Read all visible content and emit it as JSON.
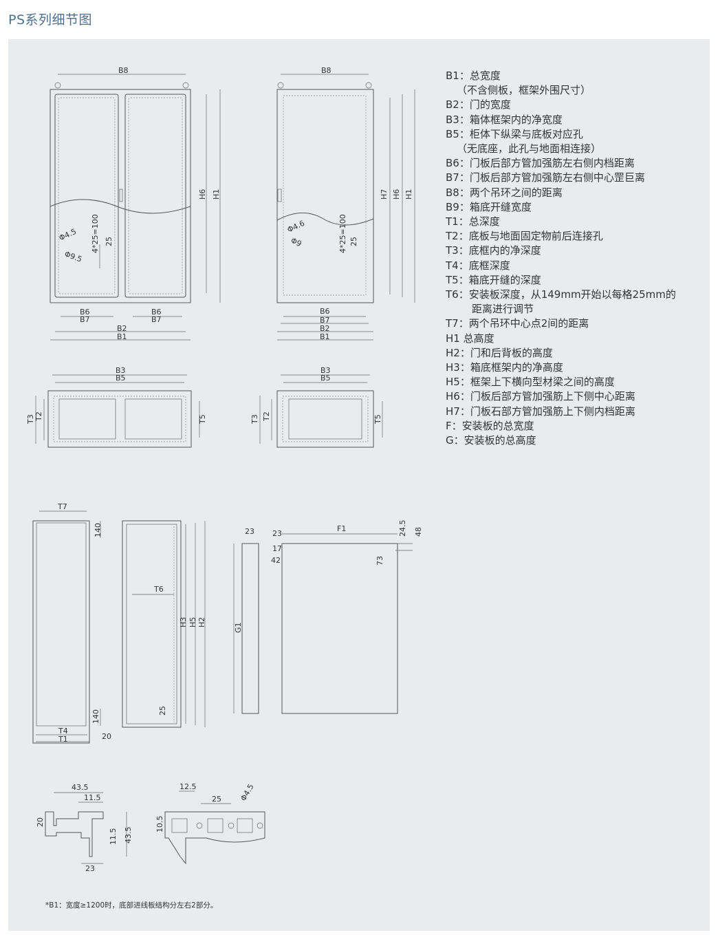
{
  "title": "PS系列细节图",
  "legend": [
    {
      "text": "B1：总宽度"
    },
    {
      "text": "（不含侧板，框架外围尺寸）",
      "indent": true
    },
    {
      "text": "B2：门的宽度"
    },
    {
      "text": "B3：箱体框架内的净宽度"
    },
    {
      "text": "B5：柜体下纵梁与底板对应孔"
    },
    {
      "text": "（无底座，此孔与地面相连接）",
      "indent": true
    },
    {
      "text": "B6：门板后部方管加强筋左右侧内档距离"
    },
    {
      "text": "B7：门板后部方管加强筋左右侧中心罡巨离"
    },
    {
      "text": "B8：两个吊环之间的距离"
    },
    {
      "text": "B9：箱底开缝宽度"
    },
    {
      "text": "T1：总深度"
    },
    {
      "text": "T2：底板与地面固定物前后连接孔"
    },
    {
      "text": "T3：底框内的净深度"
    },
    {
      "text": "T4：底框深度"
    },
    {
      "text": "T5：箱底开缝的深度"
    },
    {
      "text": "T6：安装板深度，从149mm开始以每格25mm的"
    },
    {
      "text": "距离进行调节",
      "indent2": true
    },
    {
      "text": "T7：两个吊环中心点2间的距离"
    },
    {
      "text": "H1  总高度"
    },
    {
      "text": "H2：门和后背板的高度"
    },
    {
      "text": "H3：箱底框架内的净高度"
    },
    {
      "text": "H5：框架上下横向型材梁之间的高度"
    },
    {
      "text": "H6：门板后部方管加强筋上下侧中心距离"
    },
    {
      "text": "H7：门板石部方管加强筋上下侧内档距离"
    },
    {
      "text": "F：安装板的总宽度"
    },
    {
      "text": "G：安装板的总高度"
    }
  ],
  "labels": {
    "B1": "B1",
    "B2": "B2",
    "B3": "B3",
    "B5": "B5",
    "B6": "B6",
    "B7": "B7",
    "B8": "B8",
    "T1": "T1",
    "T2": "T2",
    "T3": "T3",
    "T4": "T4",
    "T5": "T5",
    "T6": "T6",
    "T7": "T7",
    "H1": "H1",
    "H2": "H2",
    "H3": "H3",
    "H5": "H5",
    "H6": "H6",
    "H7": "H7",
    "F1": "F1",
    "G1": "G1",
    "phi45": "Φ4.5",
    "phi95": "Φ9.5",
    "phi46": "Φ4.6",
    "phi9": "Φ9",
    "pitch": "4*25=100",
    "d25": "25",
    "d140": "140",
    "d20": "20",
    "d23": "23",
    "d17": "17",
    "d42": "42",
    "d245": "24.5",
    "d48": "48",
    "d73": "73",
    "d435": "43.5",
    "d115": "11.5",
    "d125": "12.5",
    "d105": "10.5"
  },
  "footnote": "*B1：宽度≥1200时，底部进线板结构分左右2部分。"
}
